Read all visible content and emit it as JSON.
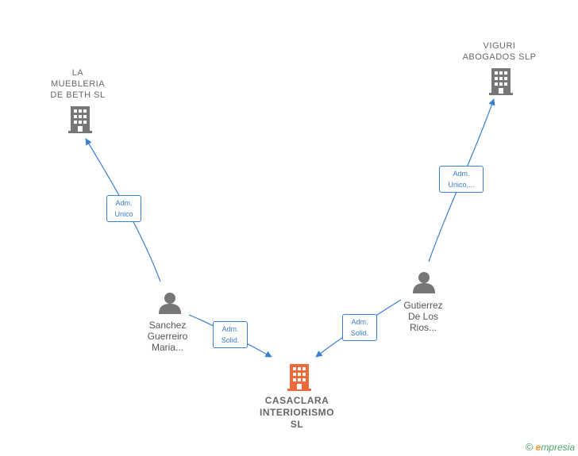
{
  "nodes": {
    "la_muebleria": {
      "lines": [
        "LA",
        "MUEBLERIA",
        "DE BETH  SL"
      ],
      "icon": "building-icon",
      "color": "#777777"
    },
    "viguri": {
      "lines": [
        "VIGURI",
        "ABOGADOS  SLP"
      ],
      "icon": "building-icon",
      "color": "#777777"
    },
    "casaclara": {
      "lines": [
        "CASACLARA",
        "INTERIORISMO",
        "SL"
      ],
      "icon": "building-icon",
      "color": "#ee6a3a"
    },
    "sanchez": {
      "lines": [
        "Sanchez",
        "Guerreiro",
        "Maria..."
      ],
      "icon": "person-icon",
      "color": "#777777"
    },
    "gutierrez": {
      "lines": [
        "Gutierrez",
        "De Los",
        "Rios..."
      ],
      "icon": "person-icon",
      "color": "#777777"
    }
  },
  "edges": {
    "sanchez_muebleria": {
      "lines": [
        "Adm.",
        "Unico"
      ]
    },
    "gutierrez_viguri": {
      "lines": [
        "Adm.",
        "Unico,..."
      ]
    },
    "sanchez_casaclara": {
      "lines": [
        "Adm.",
        "Solid."
      ]
    },
    "gutierrez_casaclara": {
      "lines": [
        "Adm.",
        "Solid."
      ]
    }
  },
  "colors": {
    "edge": "#3a7fd0",
    "icon": "#777777",
    "focus": "#ee6a3a"
  },
  "brand": {
    "copyright": "©",
    "initial": "e",
    "rest": "mpresia"
  }
}
